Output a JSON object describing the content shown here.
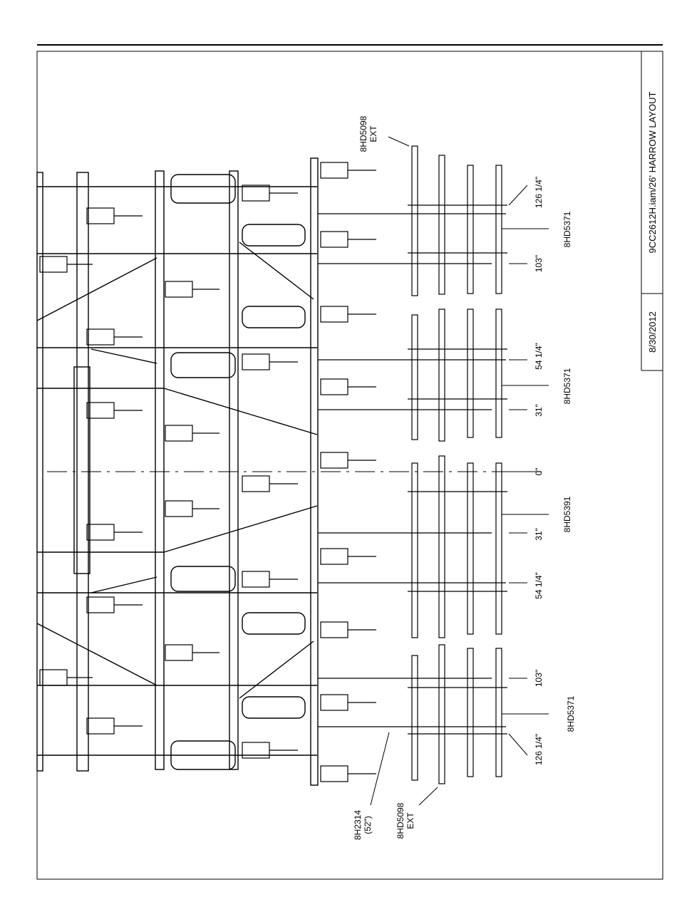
{
  "title_block": {
    "drawing_file": "9CC2612H.iam/26' HARROW LAYOUT",
    "date": "8/30/2012"
  },
  "callouts": {
    "ext_top": {
      "part": "8HD5098",
      "note": "EXT"
    },
    "ext_bottom": {
      "part": "8HD5098",
      "note": "EXT"
    },
    "tooth_bar": {
      "part": "8H2314",
      "note": "(52\")"
    },
    "parts_right": [
      {
        "part": "8HD5371"
      },
      {
        "part": "8HD5371"
      },
      {
        "part": "8HD5391"
      },
      {
        "part": "8HD5371"
      }
    ]
  },
  "dimensions": [
    "126 1/4\"",
    "103\"",
    "54 1/4\"",
    "31\"",
    "0\"",
    "31\"",
    "54 1/4\"",
    "103\"",
    "126 1/4\""
  ],
  "colors": {
    "line": "#000000",
    "paper": "#ffffff"
  }
}
